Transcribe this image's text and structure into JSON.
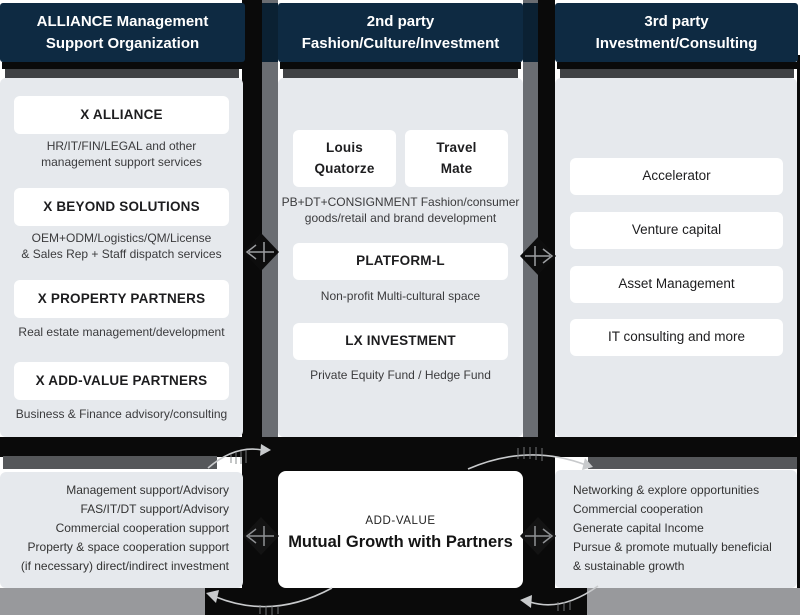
{
  "left_column": {
    "header": [
      "ALLIANCE Management",
      "Support Organization"
    ],
    "groups": [
      {
        "title": "X ALLIANCE",
        "desc": [
          "HR/IT/FIN/LEGAL and other",
          "management support services"
        ]
      },
      {
        "title": "X BEYOND SOLUTIONS",
        "desc": [
          "OEM+ODM/Logistics/QM/License",
          "& Sales Rep + Staff dispatch services"
        ]
      },
      {
        "title": "X PROPERTY PARTNERS",
        "desc": [
          "Real estate management/development"
        ]
      },
      {
        "title": "X ADD-VALUE PARTNERS",
        "desc": [
          "Business & Finance advisory/consulting"
        ]
      }
    ],
    "bottom_notes": [
      "Management support/Advisory",
      "FAS/IT/DT support/Advisory",
      "Commercial cooperation support",
      "Property & space cooperation support",
      "(if necessary) direct/indirect investment"
    ]
  },
  "middle_column": {
    "header": [
      "2nd party",
      "Fashion/Culture/Investment"
    ],
    "brand_boxes": [
      {
        "line1": "Louis",
        "line2": "Quatorze"
      },
      {
        "line1": "Travel",
        "line2": "Mate"
      }
    ],
    "brand_desc": [
      "PB+DT+CONSIGNMENT Fashion/consumer",
      "goods/retail and brand development"
    ],
    "groups": [
      {
        "title": "PLATFORM-L",
        "desc": [
          "Non-profit Multi-cultural space"
        ]
      },
      {
        "title": "LX INVESTMENT",
        "desc": [
          "Private Equity Fund / Hedge Fund"
        ]
      }
    ],
    "bottom_box": {
      "eyebrow": "ADD-VALUE",
      "title": "Mutual Growth with Partners"
    }
  },
  "right_column": {
    "header": [
      "3rd party",
      "Investment/Consulting"
    ],
    "items": [
      "Accelerator",
      "Venture capital",
      "Asset Management",
      "IT consulting and more"
    ],
    "bottom_notes": [
      "Networking & explore opportunities",
      "Commercial cooperation",
      "Generate capital Income",
      "Pursue & promote mutually beneficial & sustainable growth"
    ]
  },
  "colors": {
    "header_navy": "#0e2a42",
    "gap_navy": "#0b2133",
    "panel_gray": "#e6e9ed",
    "ink": "#0a0a0a",
    "bevel_gray": "#6a6d72",
    "band_gray": "#55575a",
    "bottom_band_gray": "#98999c",
    "shadow_gray": "#3f4144",
    "arrow_light": "#c8cacc"
  }
}
